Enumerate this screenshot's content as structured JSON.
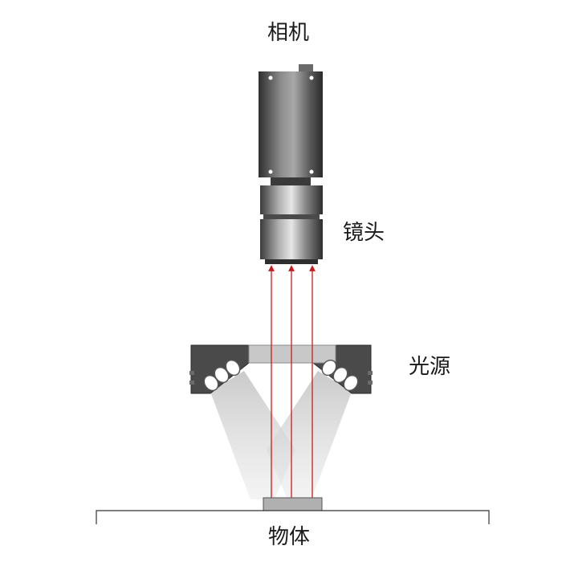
{
  "labels": {
    "camera": "相机",
    "lens": "镜头",
    "light_source": "光源",
    "object": "物体"
  },
  "colors": {
    "ray": "#cc1a1a",
    "camera_body_dark": "#3a3a3a",
    "camera_body_light": "#9a9a9a",
    "light_housing": "#4a4a4a",
    "diffuser": "#c8c8c8",
    "object": "#b0b0b0",
    "beam": "#bdbdbd"
  },
  "icons": {
    "camera": "industrial-camera-icon",
    "lens": "lens-icon",
    "light_source": "ring-light-icon",
    "object": "object-block-icon",
    "rays": "upward-arrow-icon"
  }
}
